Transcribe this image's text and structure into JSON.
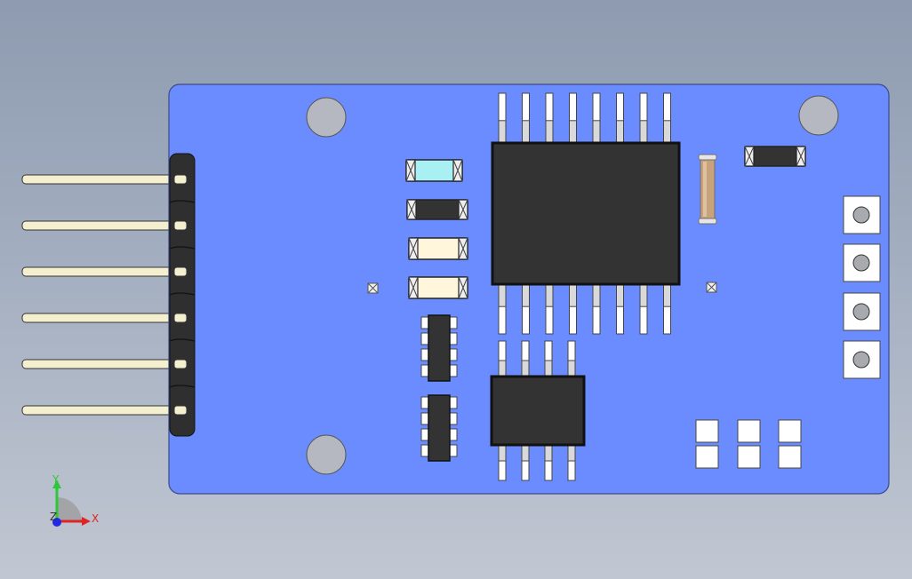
{
  "viewport": {
    "background_top": "#8e9bb0",
    "background_bottom": "#c1c7d2"
  },
  "board": {
    "color": "#6b8cff",
    "outline": "#3c4a8a",
    "mounting_hole_color": "#b5b8c0"
  },
  "pin_header": {
    "pin_count": 6,
    "pin_color": "#f3efcf",
    "housing_color": "#2f2f2f"
  },
  "ic_large": {
    "pins_per_side": 8,
    "body_color": "#333333"
  },
  "ic_small": {
    "pins_per_side": 4,
    "body_color": "#333333"
  },
  "colors": {
    "led_blue": "#a8f0f4",
    "dark_component": "#333333",
    "cream_component": "#fff6dc",
    "crystal": "#c8a27a",
    "pad": "#ffffff"
  },
  "axes": {
    "y_label": "Y",
    "z_label": "Z",
    "x_label": "X",
    "y_color": "#2ec73a",
    "x_color": "#e02424",
    "z_color": "#1e28e6"
  }
}
